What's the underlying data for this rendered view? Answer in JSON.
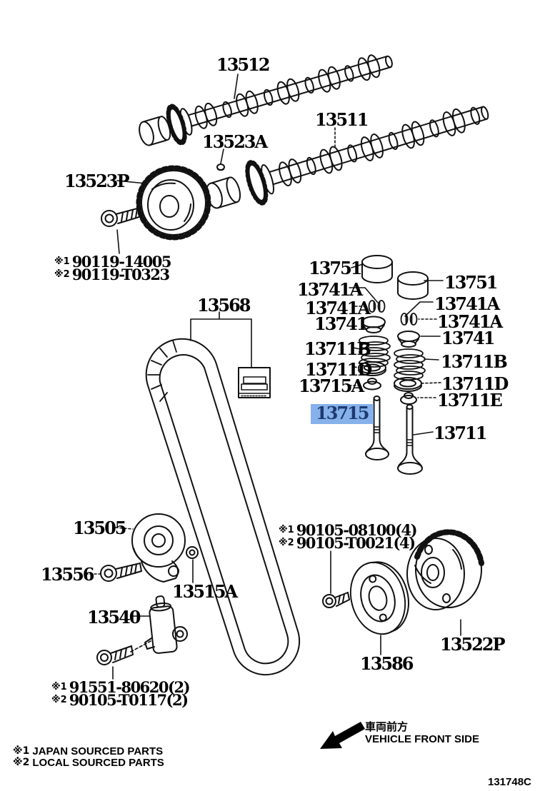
{
  "diagram": {
    "code": "131748C",
    "highlight": {
      "part": "13715",
      "bg": "#86b1ea",
      "fg": "#1d3a70"
    },
    "front": {
      "jp": "車両前方",
      "en": "VEHICLE FRONT SIDE"
    },
    "legend": [
      {
        "prefix": "※1",
        "text": "JAPAN SOURCED PARTS"
      },
      {
        "prefix": "※2",
        "text": "LOCAL SOURCED PARTS"
      }
    ],
    "notes": {
      "cam_bolt": [
        {
          "prefix": "※1",
          "number": "90119-14005"
        },
        {
          "prefix": "※2",
          "number": "90119-T0323"
        }
      ],
      "tensioner_bolt": [
        {
          "prefix": "※1",
          "number": "91551-80620(2)"
        },
        {
          "prefix": "※2",
          "number": "90105-T0117(2)"
        }
      ],
      "pulley_bolt": [
        {
          "prefix": "※1",
          "number": "90105-08100(4)"
        },
        {
          "prefix": "※2",
          "number": "90105-T0021(4)"
        }
      ]
    },
    "parts": {
      "p13512": "13512",
      "p13511": "13511",
      "p13523A": "13523A",
      "p13523P": "13523P",
      "p13568": "13568",
      "p13751_l": "13751",
      "p13751_r": "13751",
      "p13741A_l1": "13741A",
      "p13741A_l2": "13741A",
      "p13741A_r1": "13741A",
      "p13741A_r2": "13741A",
      "p13741_l": "13741",
      "p13741_r": "13741",
      "p13711B_l": "13711B",
      "p13711B_r": "13711B",
      "p13711D_l": "13711D",
      "p13711D_r": "13711D",
      "p13715A": "13715A",
      "p13711E": "13711E",
      "p13715": "13715",
      "p13711": "13711",
      "p13505": "13505",
      "p13556": "13556",
      "p13515A": "13515A",
      "p13540": "13540",
      "p13586": "13586",
      "p13522P": "13522P"
    }
  }
}
